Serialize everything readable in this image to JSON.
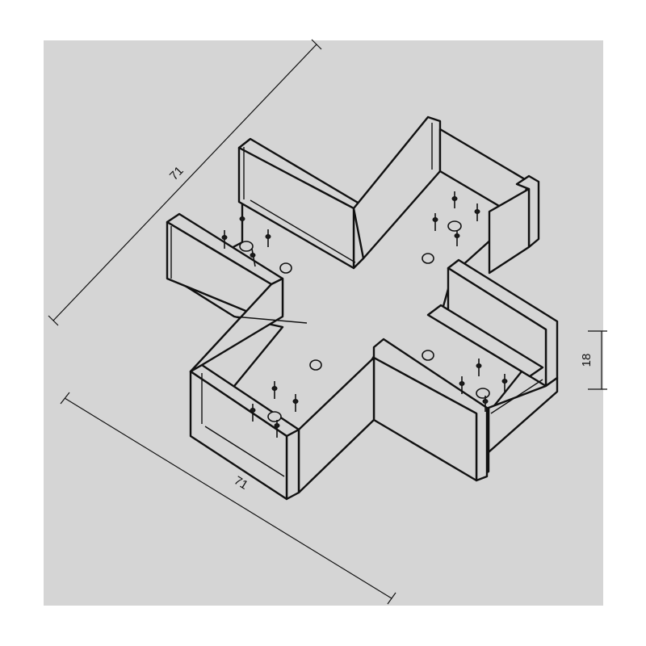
{
  "drawing": {
    "subject": "X-connector",
    "background": "#d5d5d5",
    "line_color": "#111111"
  },
  "dimensions": {
    "top_length": "71",
    "bottom_length": "71",
    "height": "18"
  }
}
